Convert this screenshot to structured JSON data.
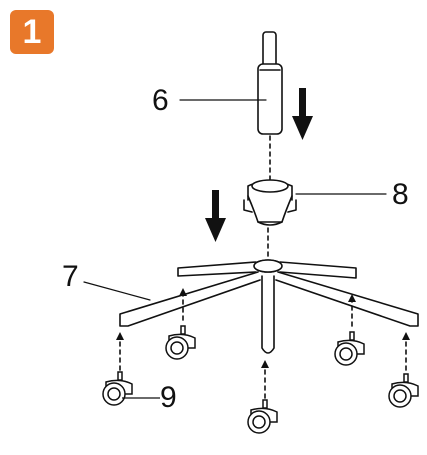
{
  "step": {
    "number": "1",
    "badge_color": "#e8782a"
  },
  "callouts": {
    "gas_lift": "6",
    "column_cover": "8",
    "base": "7",
    "caster": "9"
  },
  "icons": {
    "arrow": "down-arrow-icon",
    "gas_lift": "gas-lift-icon",
    "cover": "column-cover-icon",
    "base": "star-base-icon",
    "caster": "caster-wheel-icon"
  }
}
